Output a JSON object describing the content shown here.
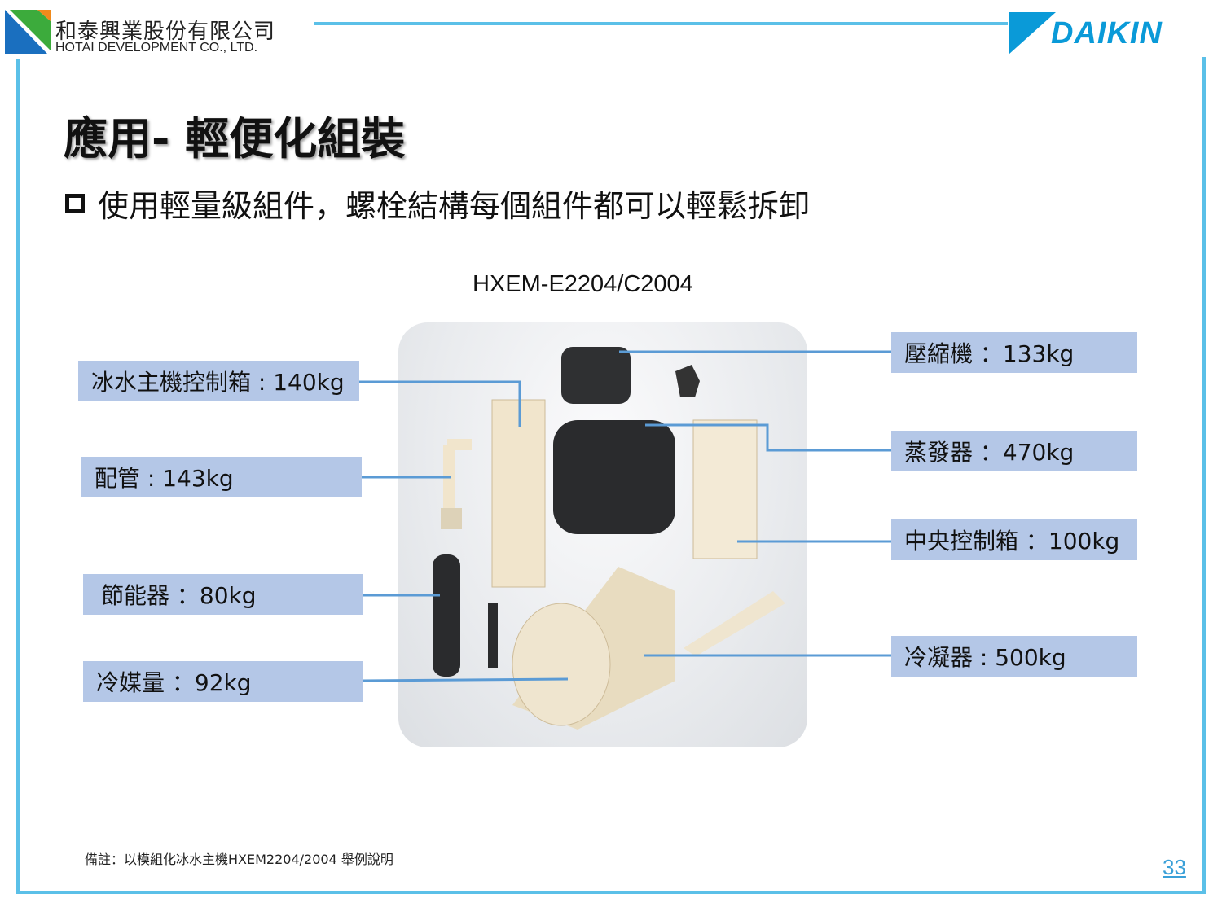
{
  "header": {
    "company_cn": "和泰興業股份有限公司",
    "company_en": "HOTAI DEVELOPMENT CO., LTD.",
    "brand": "DAIKIN"
  },
  "title": "應用- 輕便化組裝",
  "bullet": "使用輕量級組件，螺栓結構每個組件都可以輕鬆拆卸",
  "model": "HXEM-E2204/C2004",
  "labels_left": [
    {
      "text": "冰水主機控制箱 : 140kg"
    },
    {
      "text": "配管 : 143kg"
    },
    {
      "text": "節能器 ：80kg"
    },
    {
      "text": "冷媒量 ：92kg"
    }
  ],
  "labels_right": [
    {
      "text": "壓縮機 ：133kg"
    },
    {
      "text": "蒸發器 ：470kg"
    },
    {
      "text": "中央控制箱 ：100kg"
    },
    {
      "text": "冷凝器 : 500kg"
    }
  ],
  "note": "備註：以模組化冰水主機HXEM2204/2004 舉例說明",
  "page_number": "33",
  "colors": {
    "frame": "#5bc0e8",
    "label_bg": "#b4c7e7",
    "connector": "#5b9bd5",
    "brand": "#0a9ad8"
  }
}
